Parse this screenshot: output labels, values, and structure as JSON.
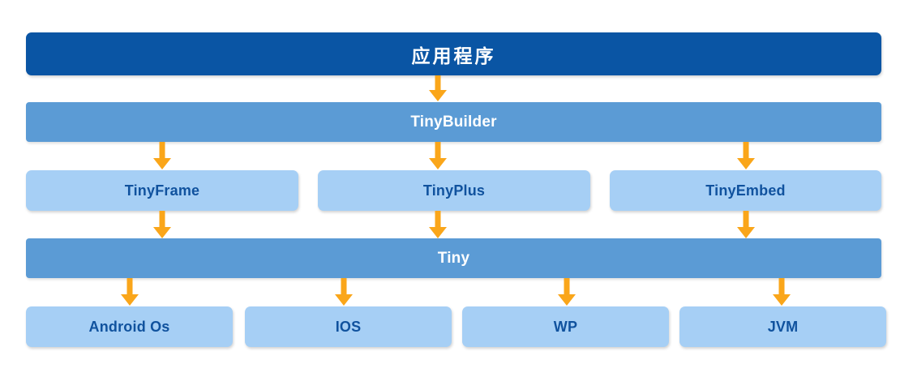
{
  "diagram": {
    "type": "layered-architecture",
    "title_text": "应用程序",
    "background_color": "#FFFFFF",
    "colors": {
      "application_bar": "#0A55A4",
      "framework_bar": "#5B9BD5",
      "module_box": "#A6CFF5",
      "module_text": "#10529E",
      "bar_text": "#FFFFFF",
      "arrow": "#FAA61A"
    },
    "layers": [
      {
        "id": "layer-application",
        "style": "application",
        "nodes": [
          {
            "label": "应用程序"
          }
        ]
      },
      {
        "id": "layer-builder",
        "style": "framework",
        "nodes": [
          {
            "label": "TinyBuilder"
          }
        ]
      },
      {
        "id": "layer-modules",
        "style": "module",
        "nodes": [
          {
            "label": "TinyFrame"
          },
          {
            "label": "TinyPlus"
          },
          {
            "label": "TinyEmbed"
          }
        ]
      },
      {
        "id": "layer-core",
        "style": "framework",
        "nodes": [
          {
            "label": "Tiny"
          }
        ]
      },
      {
        "id": "layer-platforms",
        "style": "module",
        "nodes": [
          {
            "label": "Android Os"
          },
          {
            "label": "IOS"
          },
          {
            "label": "WP"
          },
          {
            "label": "JVM"
          }
        ]
      }
    ],
    "connections": [
      {
        "from": "应用程序",
        "to": "TinyBuilder"
      },
      {
        "from": "TinyBuilder",
        "to": "TinyFrame"
      },
      {
        "from": "TinyBuilder",
        "to": "TinyPlus"
      },
      {
        "from": "TinyBuilder",
        "to": "TinyEmbed"
      },
      {
        "from": "TinyFrame",
        "to": "Tiny"
      },
      {
        "from": "TinyPlus",
        "to": "Tiny"
      },
      {
        "from": "TinyEmbed",
        "to": "Tiny"
      },
      {
        "from": "Tiny",
        "to": "Android Os"
      },
      {
        "from": "Tiny",
        "to": "IOS"
      },
      {
        "from": "Tiny",
        "to": "WP"
      },
      {
        "from": "Tiny",
        "to": "JVM"
      }
    ]
  }
}
